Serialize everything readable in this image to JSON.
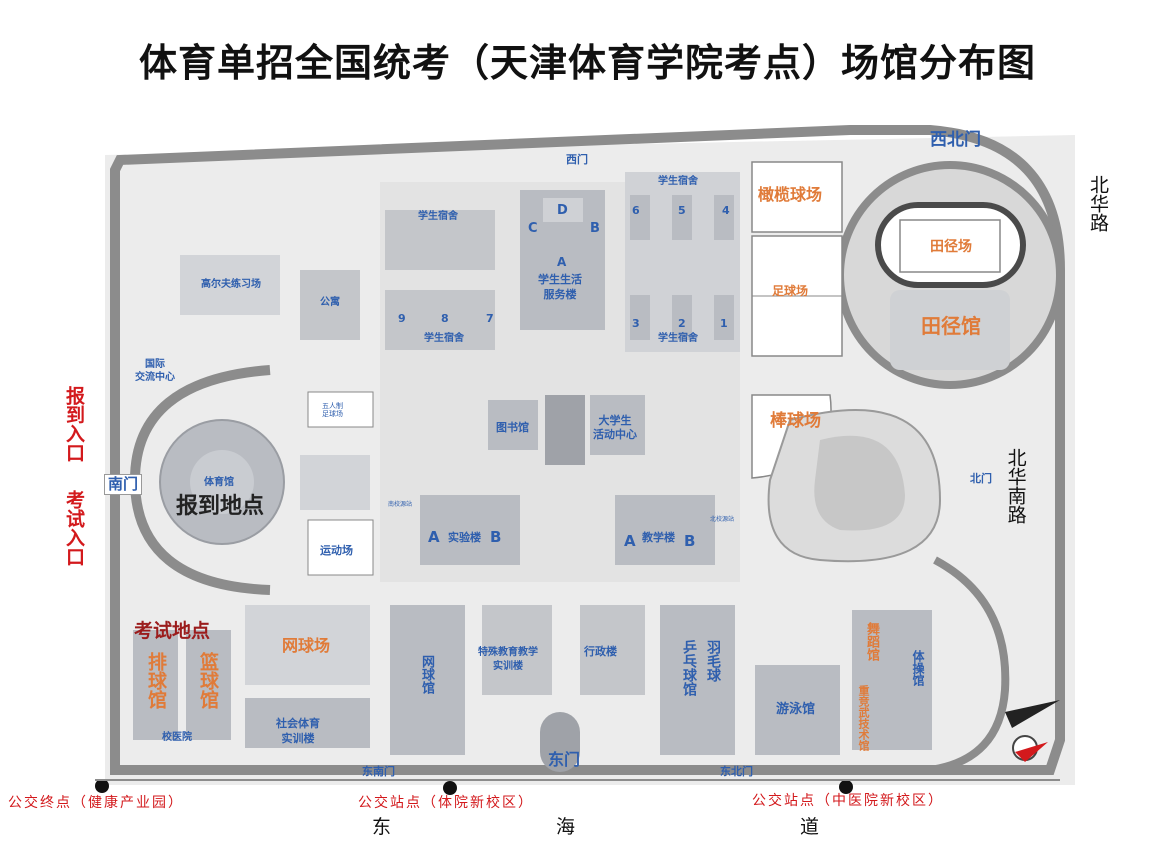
{
  "title": "体育单招全国统考（天津体育学院考点）场馆分布图",
  "colors": {
    "road": "#8c8c8c",
    "land": "#e8e8e8",
    "building": "#b9bcc2",
    "field": "#ffffff",
    "accent_red": "#d3191c",
    "accent_orange": "#e07b39",
    "label_blue": "#2f5fae"
  },
  "gates": {
    "west_gate": "西门",
    "northwest_gate": "西北门",
    "south_gate": "南门",
    "north_gate": "北门",
    "east_gate": "东门",
    "southeast_gate": "东南门",
    "northeast_gate": "东北门"
  },
  "entrances": {
    "registration_entrance": "报到入口",
    "exam_entrance": "考试入口"
  },
  "highlights": {
    "registration_site": "报到地点",
    "exam_site": "考试地点"
  },
  "buildings": {
    "dorm_top_left": "学生宿舍",
    "dorm_mid_left": "学生宿舍",
    "dorm_top_right": "学生宿舍",
    "dorm_mid_right": "学生宿舍",
    "golf": "高尔夫练习场",
    "apartment": "公寓",
    "intl_center": "国际\n交流中心",
    "student_service": "学生生活\n服务楼",
    "bldg_a": "A",
    "bldg_b": "B",
    "bldg_c": "C",
    "bldg_d": "D",
    "library": "图书馆",
    "student_activity": "大学生\n活动中心",
    "gym": "体育馆",
    "five_a_side": "五人制\n足球场",
    "sports_field": "运动场",
    "lab": "实验楼",
    "teaching": "教学楼",
    "lab_a": "A",
    "lab_b": "B",
    "teach_a": "A",
    "teach_b": "B",
    "south_exp": "南校源站",
    "north_exp": "北校源站",
    "special_edu": "特殊教育教学\n实训楼",
    "admin": "行政楼",
    "social_sport": "社会体育\n实训楼",
    "clinic": "校医院",
    "swimming": "游泳馆",
    "gymnastics": "体操馆",
    "dance": "舞蹈馆",
    "weightlifting": "重竞武技术馆",
    "tennis_hall": "网球馆",
    "pingpong": "乒乓球馆",
    "badminton": "羽毛球"
  },
  "dorm_numbers": [
    "1",
    "2",
    "3",
    "4",
    "5",
    "6",
    "7",
    "8",
    "9"
  ],
  "orange_venues": {
    "rugby": "橄榄球场",
    "track_field": "田径场",
    "track_hall": "田径馆",
    "football": "足球场",
    "baseball": "棒球场",
    "tennis_court": "网球场",
    "volleyball": "排球馆",
    "basketball": "篮球馆"
  },
  "bus_stops": {
    "terminal": "公交终点（健康产业园）",
    "stop_pe": "公交站点（体院新校区）",
    "stop_tcm": "公交站点（中医院新校区）"
  },
  "roads": {
    "north_hua": "北华路",
    "north_hua_south": "北华南路",
    "east_hai_1": "东",
    "east_hai_2": "海",
    "east_hai_3": "道"
  }
}
